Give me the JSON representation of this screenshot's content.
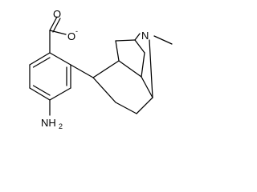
{
  "molecule": {
    "atom_labels": {
      "carbonyl_oxygen": "O",
      "carboxylate_oxygen": "O",
      "carboxylate_charge": "-",
      "nitrogen": "N",
      "amino_nitrogen": "NH",
      "amino_subscript": "2"
    },
    "colors": {
      "bond": "#000000",
      "label": "#000000",
      "background": "#ffffff"
    }
  }
}
